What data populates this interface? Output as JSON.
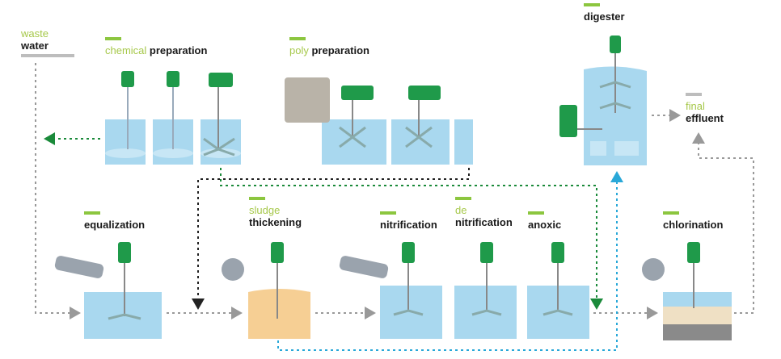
{
  "labels": {
    "waste_water": {
      "light": "waste",
      "bold": "water"
    },
    "chemical_preparation": {
      "light": "chemical",
      "bold": "preparation"
    },
    "poly_preparation": {
      "light": "poly",
      "bold": "preparation"
    },
    "digester": {
      "bold": "digester"
    },
    "final_effluent": {
      "light": "final",
      "bold": "effluent"
    },
    "equalization": {
      "bold": "equalization"
    },
    "sludge_thickening": {
      "light": "sludge",
      "bold": "thickening"
    },
    "nitrification": {
      "bold": "nitrification"
    },
    "denitrification": {
      "light": "de",
      "bold": "nitrification"
    },
    "anoxic": {
      "bold": "anoxic"
    },
    "chlorination": {
      "bold": "chlorination"
    }
  },
  "colors": {
    "water": "#a9d8ef",
    "sludge": "#f6cf94",
    "accent_green": "#8cc63f",
    "motor_green": "#1f9a4a",
    "flow_grey": "#999999",
    "flow_black": "#222222",
    "flow_green": "#1a8a3a",
    "flow_blue": "#29a8d8"
  }
}
